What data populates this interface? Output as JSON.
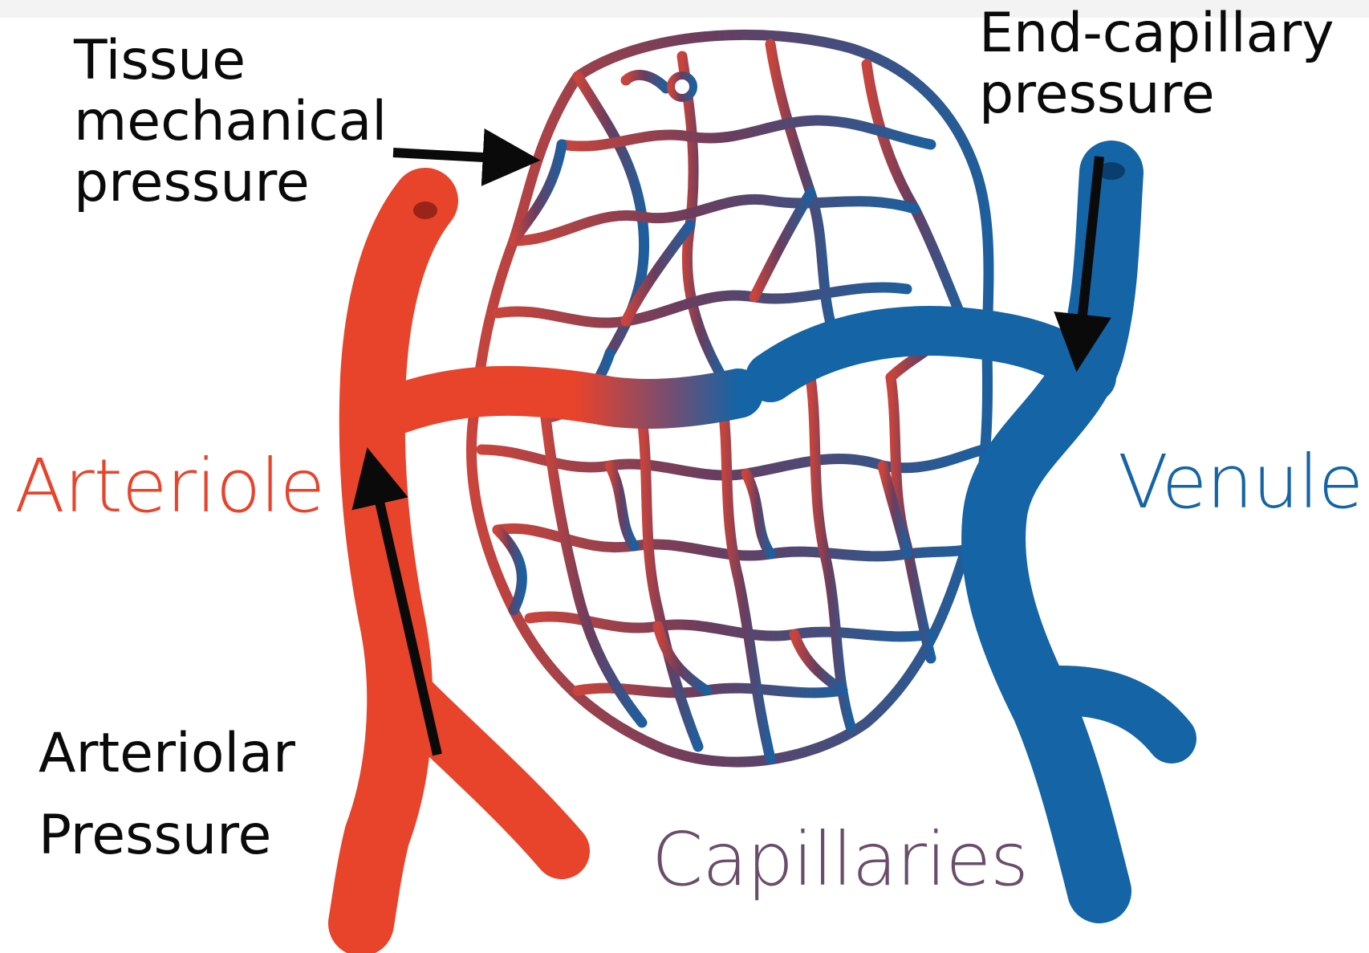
{
  "labels": {
    "tissue_line1": "Tissue",
    "tissue_line2": "mechanical",
    "tissue_line3": "pressure",
    "endcap_line1": "End-capillary",
    "endcap_line2": "pressure",
    "arteriolar_line1": "Arteriolar",
    "arteriolar_line2": "Pressure",
    "arteriole": "Arteriole",
    "venule": "Venule",
    "capillaries": "Capillaries"
  },
  "colors": {
    "arteriole": "#e8432b",
    "venule": "#1464a6",
    "capillaries": "#6a4d6a",
    "arrow": "#0a0a0a"
  }
}
